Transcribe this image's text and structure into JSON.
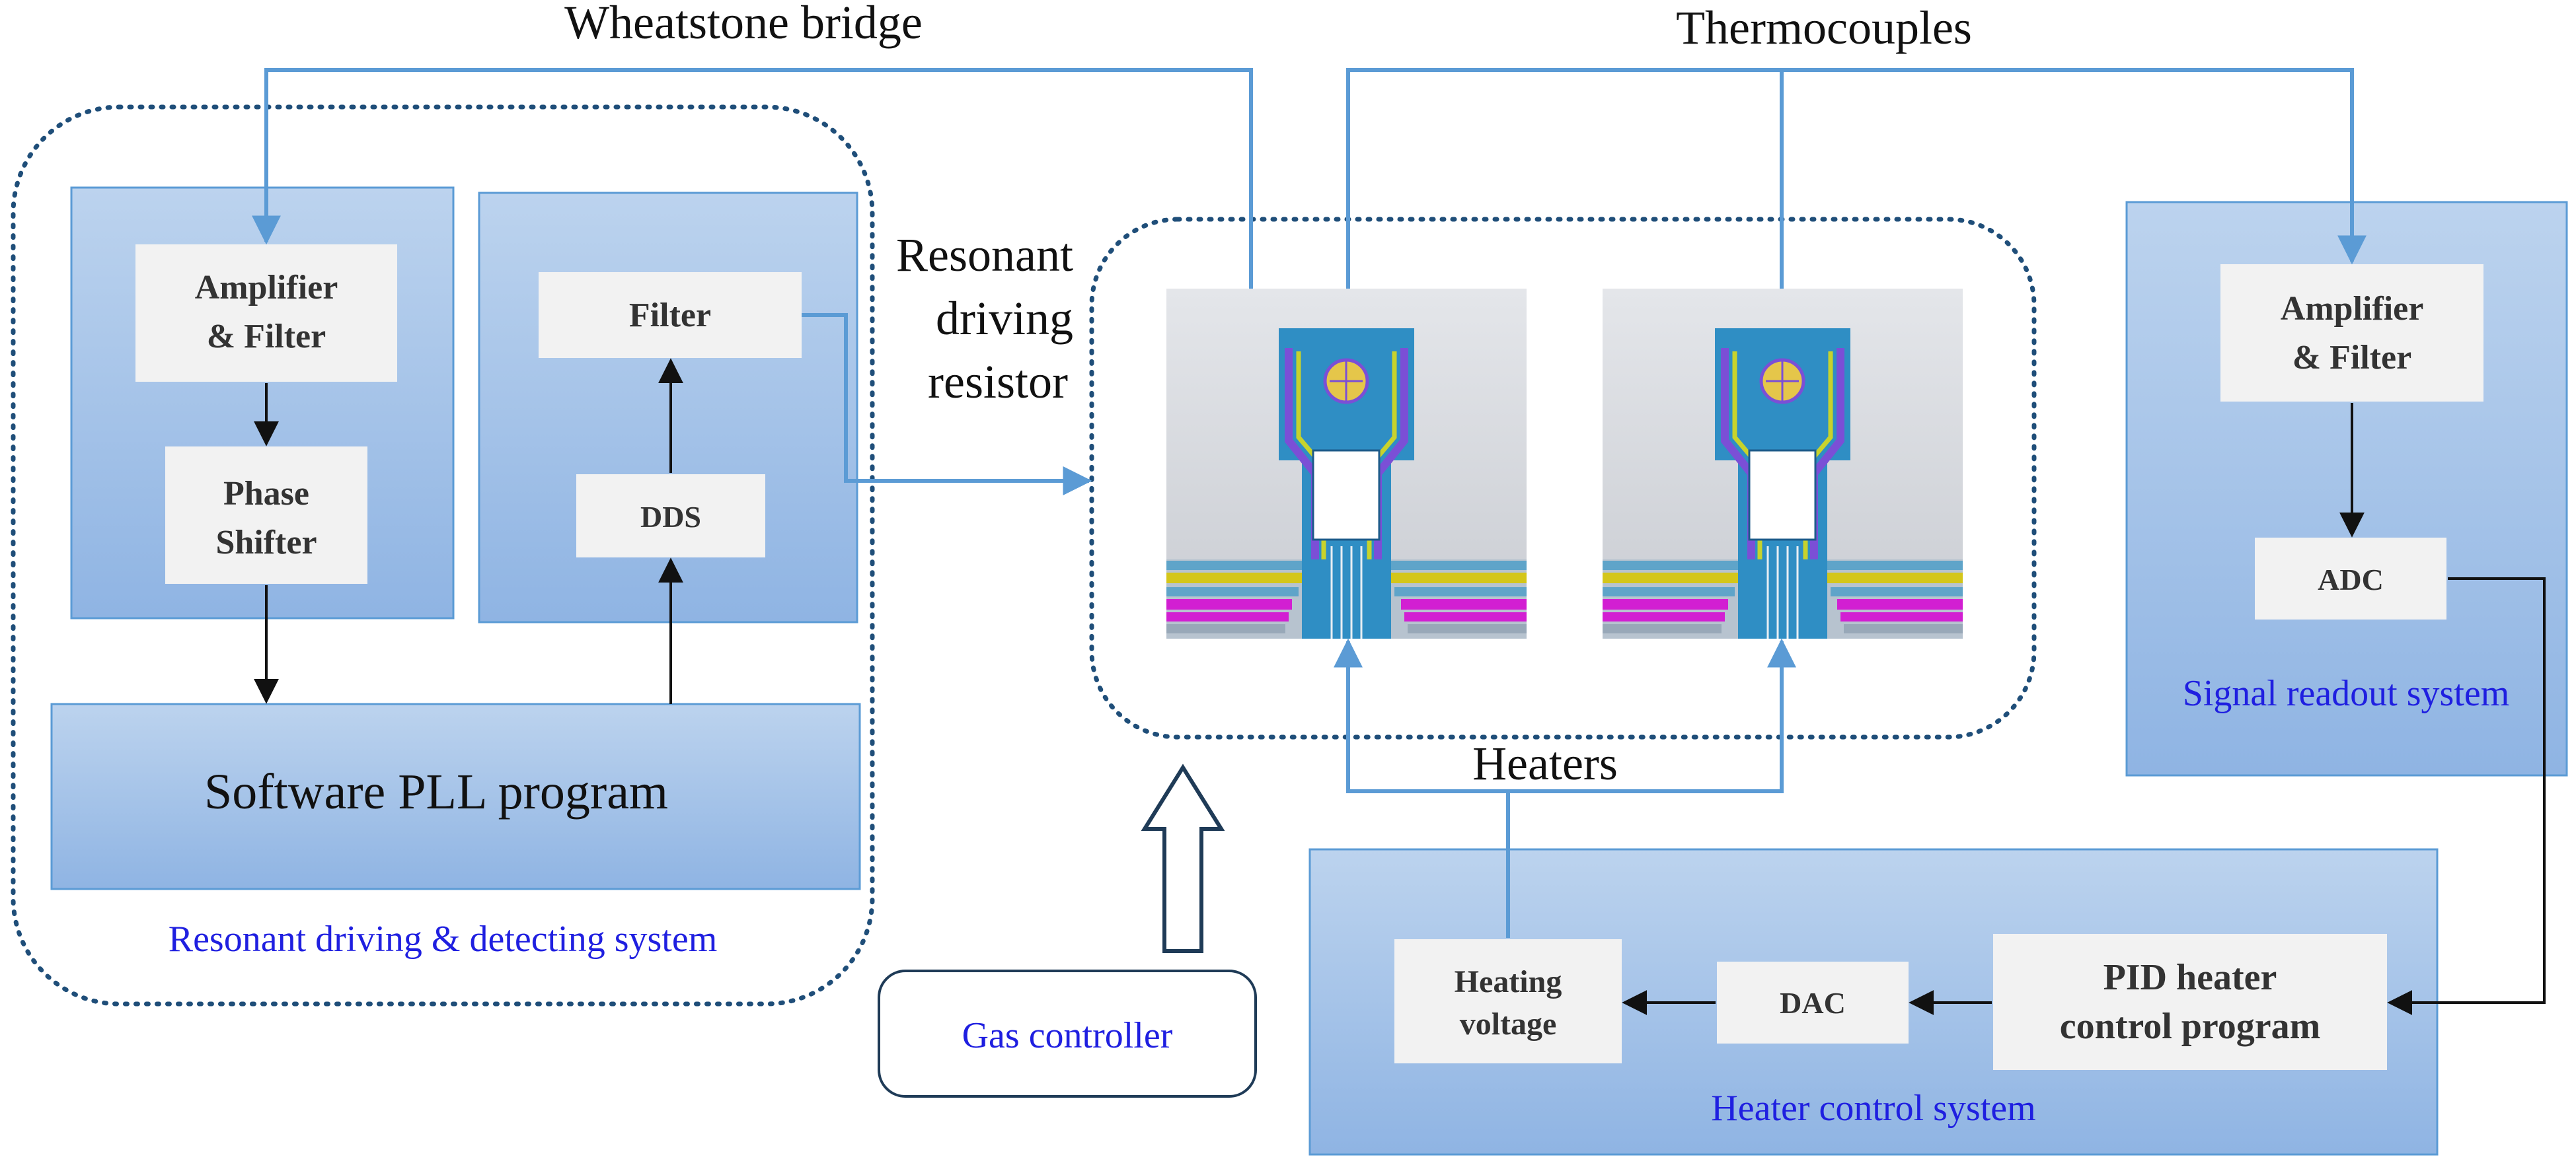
{
  "top_labels": {
    "wheatstone": "Wheatstone bridge",
    "thermocouples": "Thermocouples",
    "resonant_line1": "Resonant",
    "resonant_line2": "driving",
    "resonant_line3": "resistor",
    "heaters": "Heaters"
  },
  "left_system": {
    "caption": "Resonant driving & detecting system",
    "amp_line1": "Amplifier",
    "amp_line2": "& Filter",
    "phase_line1": "Phase",
    "phase_line2": "Shifter",
    "filter": "Filter",
    "dds": "DDS",
    "pll": "Software PLL  program"
  },
  "gas_controller": "Gas controller",
  "readout_system": {
    "caption": "Signal readout system",
    "amp_line1": "Amplifier",
    "amp_line2": "& Filter",
    "adc": "ADC"
  },
  "heater_system": {
    "caption": "Heater control system",
    "heating_line1": "Heating",
    "heating_line2": "voltage",
    "dac": "DAC",
    "pid_line1": "PID heater",
    "pid_line2": "control program"
  },
  "colors": {
    "panel_light": "#bcd3ee",
    "panel_dark": "#8fb4e3",
    "wire_blue": "#5b9bd5",
    "caption_blue": "#1f1fe0",
    "dotted": "#1f4e79"
  }
}
